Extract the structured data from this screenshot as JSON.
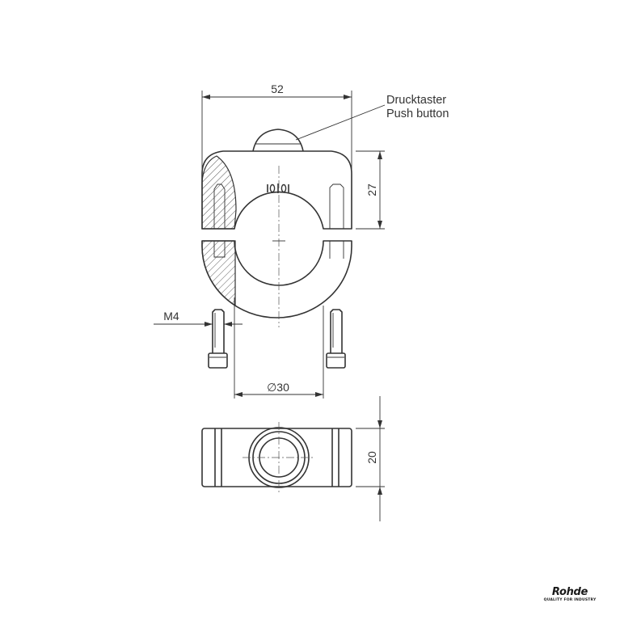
{
  "drawing": {
    "dimensions": {
      "width": "52",
      "upper_height": "27",
      "thread": "M4",
      "bore": "∅30",
      "thickness": "20"
    },
    "callout": {
      "line1": "Drucktaster",
      "line2": "Push button"
    }
  },
  "logo": {
    "name": "Rohde",
    "tagline": "QUALITY FOR INDUSTRY"
  },
  "colors": {
    "line": "#333333",
    "background": "#ffffff"
  }
}
